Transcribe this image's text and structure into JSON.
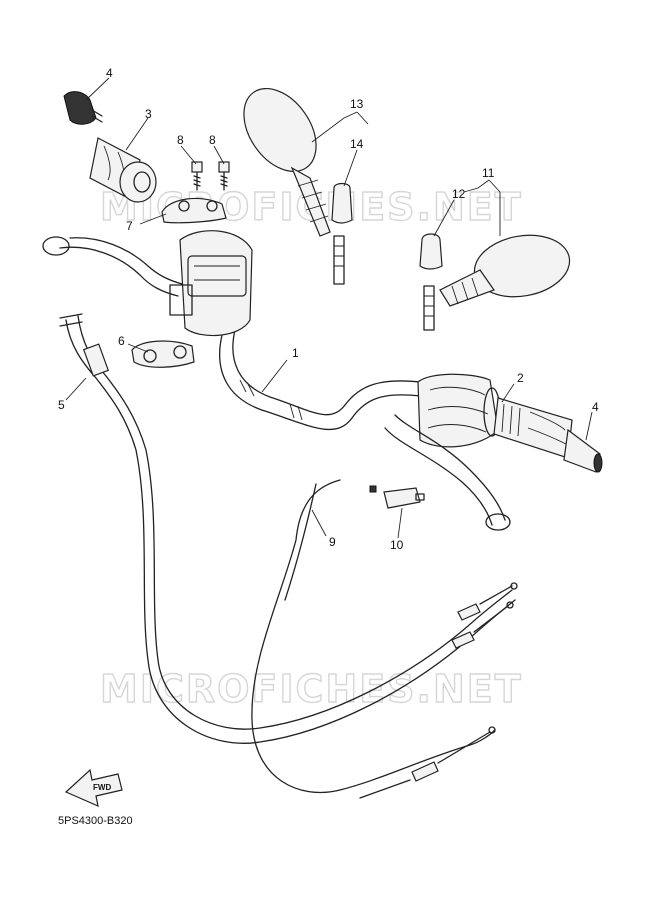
{
  "watermark": "MICROFICHES.NET",
  "diagram_code": "5PS4300-B320",
  "fwd_label": "FWD",
  "callouts": [
    "1",
    "2",
    "3",
    "4",
    "4",
    "5",
    "6",
    "7",
    "8",
    "8",
    "9",
    "10",
    "11",
    "12",
    "13",
    "14"
  ]
}
